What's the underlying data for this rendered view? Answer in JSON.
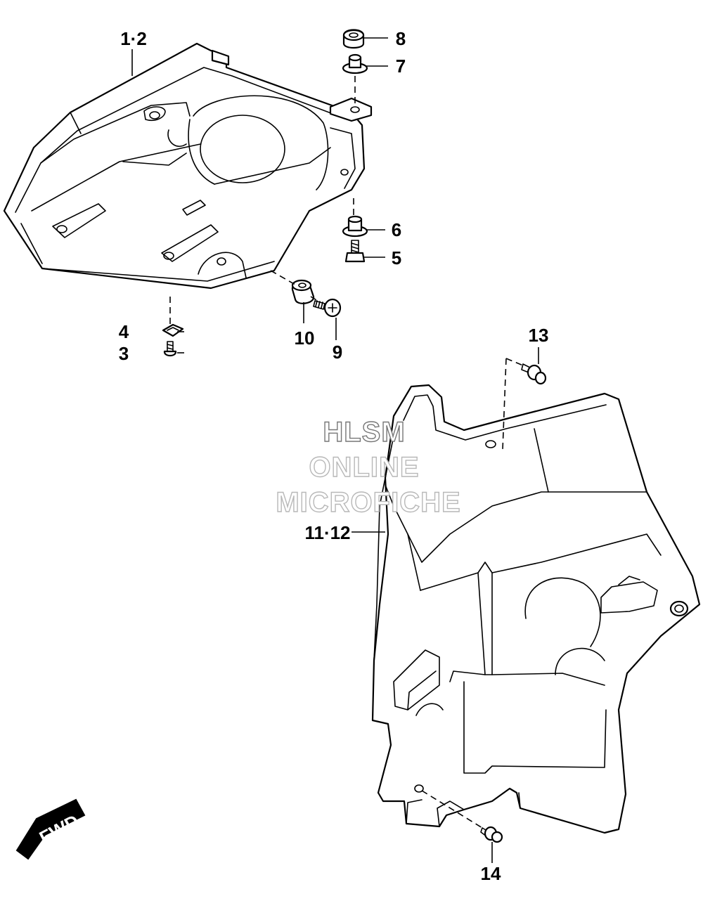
{
  "diagram": {
    "callouts": {
      "c1_2": "1·2",
      "c3": "3",
      "c4": "4",
      "c5": "5",
      "c6": "6",
      "c7": "7",
      "c8": "8",
      "c9": "9",
      "c10": "10",
      "c11_12": "11·12",
      "c13": "13",
      "c14": "14"
    },
    "watermark": {
      "line1": "HLSM",
      "line2": "ONLINE",
      "line3": "MICROFICHE"
    },
    "direction_badge": "FWD"
  }
}
